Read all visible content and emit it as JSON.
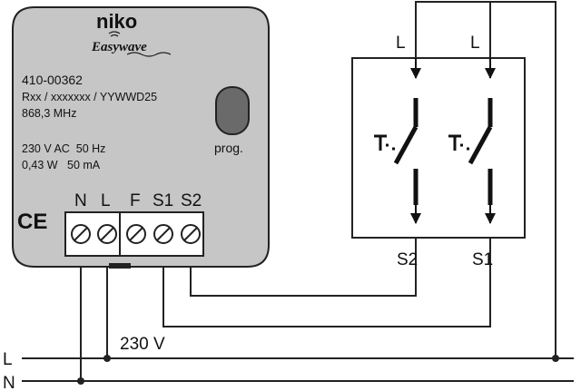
{
  "device": {
    "brand": "niko",
    "product_line": "Easywave",
    "article_number": "410-00362",
    "code_line": "Rxx / xxxxxxx / YYWWD25",
    "frequency": "868,3 MHz",
    "voltage": "230 V AC  50 Hz",
    "power": "0,43 W   50 mA",
    "ce_mark": "CE",
    "prog_label": "prog.",
    "terminals": [
      "N",
      "L",
      "F",
      "S1",
      "S2"
    ]
  },
  "switch_box": {
    "inputs": [
      "L",
      "L"
    ],
    "outputs": [
      "S2",
      "S1"
    ]
  },
  "supply": {
    "voltage_label": "230 V",
    "line_labels": [
      "L",
      "N"
    ]
  },
  "colors": {
    "device_body": "#c6c6c6",
    "device_border": "#222222",
    "wire": "#222222",
    "terminal_block": "#ffffff"
  },
  "icons": {
    "switch": "push-button-switch-icon",
    "terminal": "screw-terminal-icon",
    "prog_button": "program-button-icon",
    "wave": "radio-wave-icon"
  }
}
